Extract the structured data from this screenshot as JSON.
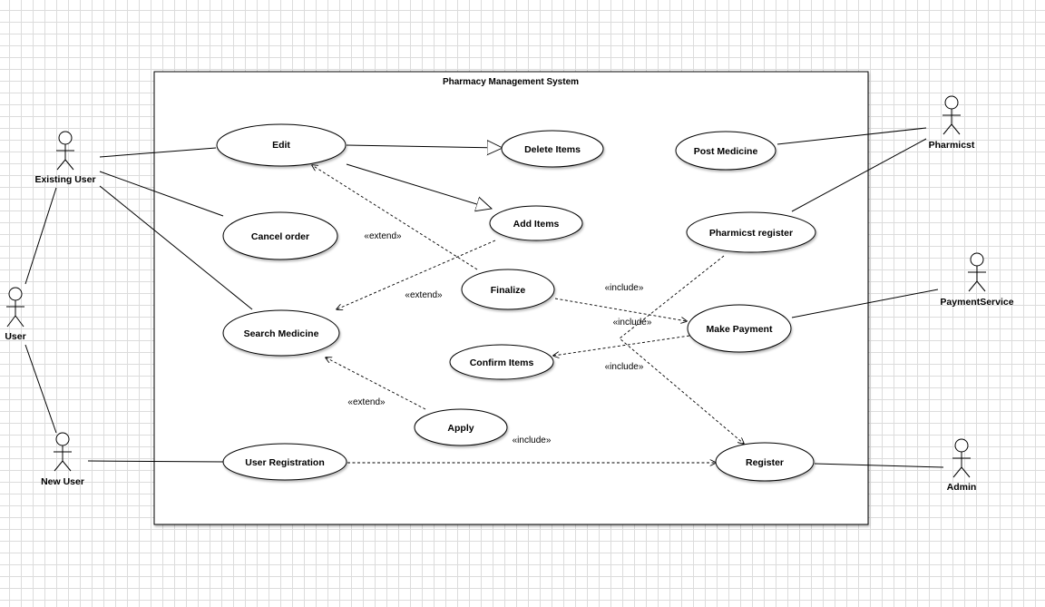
{
  "system": {
    "title": "Pharmacy Management System"
  },
  "actors": {
    "existing_user": "Existing User",
    "user": "User",
    "new_user": "New User",
    "pharmicst": "Pharmicst",
    "payment_service": "PaymentService",
    "admin": "Admin"
  },
  "use_cases": {
    "edit": "Edit",
    "delete_items": "Delete Items",
    "add_items": "Add Items",
    "cancel_order": "Cancel order",
    "finalize": "Finalize",
    "search_medicine": "Search Medicine",
    "confirm_items": "Confirm Items",
    "apply": "Apply",
    "user_registration": "User Registration",
    "post_medicine": "Post Medicine",
    "pharmicst_register": "Pharmicst register",
    "make_payment": "Make Payment",
    "register": "Register"
  },
  "relations": {
    "extend_edit": "«extend»",
    "extend_search": "«extend»",
    "extend_apply": "«extend»",
    "include_finalize_payment": "«include»",
    "include_payment_confirm": "«include»",
    "include_pharm_register": "«include»",
    "include_userreg_register": "«include»"
  }
}
